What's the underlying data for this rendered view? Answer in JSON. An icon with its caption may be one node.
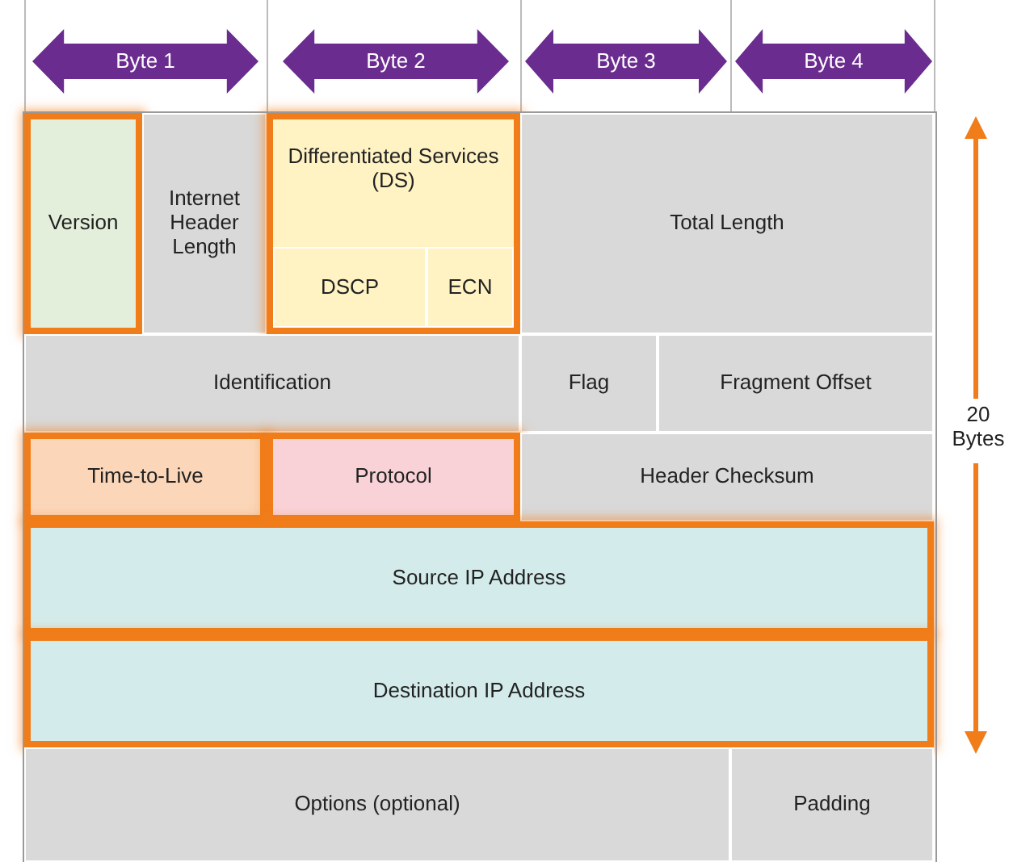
{
  "diagram": {
    "nodes": [
      {
        "text": [
          "Byte 1"
        ]
      },
      {
        "text": [
          "Byte 2"
        ]
      },
      {
        "text": [
          "Byte 3"
        ]
      },
      {
        "text": [
          "Byte 4"
        ]
      },
      {
        "text": [
          "Version"
        ]
      },
      {
        "text": [
          "Internet Header Length"
        ]
      },
      {
        "text": [
          "Differentiated Services (DS)"
        ]
      },
      {
        "text": [
          "DSCP"
        ],
        "in": 6
      },
      {
        "text": [
          "ECN"
        ],
        "in": 6
      },
      {
        "text": [
          "Total Length"
        ]
      },
      {
        "text": [
          "Identification"
        ]
      },
      {
        "text": [
          "Flag"
        ]
      },
      {
        "text": [
          "Fragment Offset"
        ]
      },
      {
        "text": [
          "Time-to-Live"
        ]
      },
      {
        "text": [
          "Protocol"
        ]
      },
      {
        "text": [
          "Header Checksum"
        ]
      },
      {
        "text": [
          "Source IP Address"
        ]
      },
      {
        "text": [
          "Destination IP Address"
        ]
      },
      {
        "text": [
          "Options (optional)"
        ]
      },
      {
        "text": [
          "Padding"
        ]
      }
    ],
    "labels": [
      "20 Bytes"
    ]
  }
}
